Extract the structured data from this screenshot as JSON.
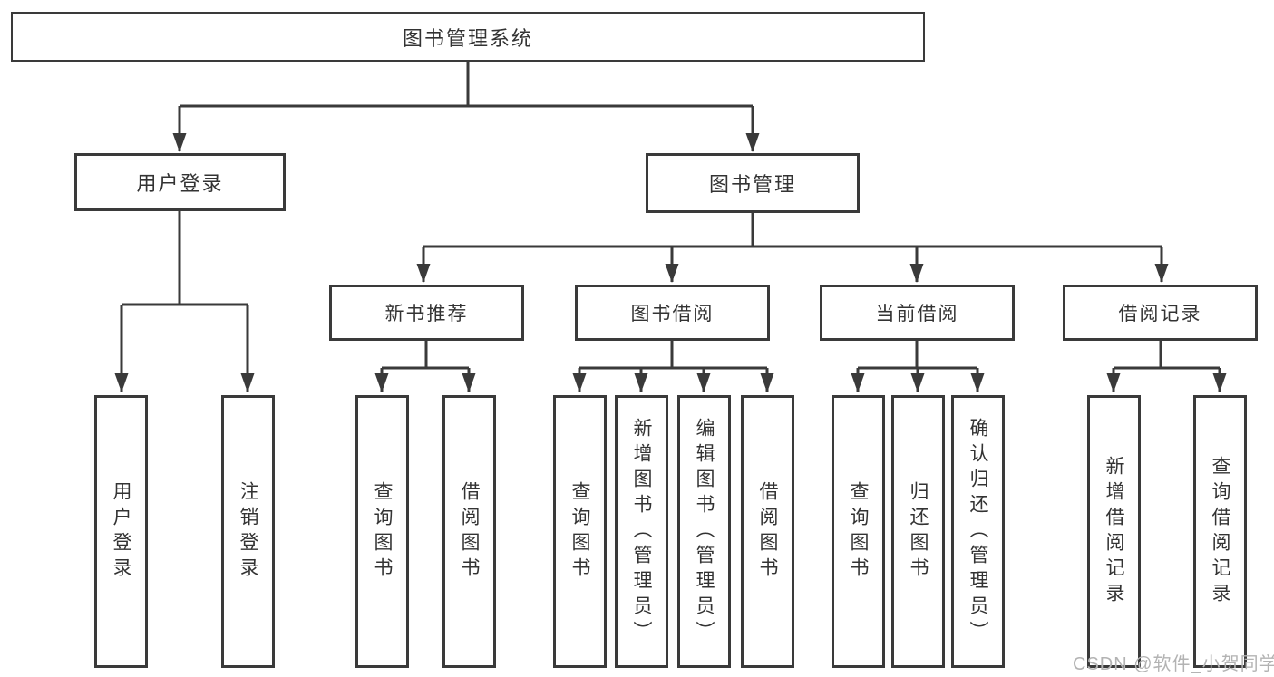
{
  "diagram": {
    "title": "图书管理系统",
    "type": "function-structure-tree",
    "root": "图书管理系统",
    "level2": {
      "user_login": "用户登录",
      "book_management": "图书管理"
    },
    "level3": {
      "new_book_recommend": "新书推荐",
      "book_borrow": "图书借阅",
      "current_borrow": "当前借阅",
      "borrow_records": "借阅记录"
    },
    "leaves": {
      "user_login": [
        "用户登录",
        "注销登录"
      ],
      "new_book_recommend": [
        "查询图书",
        "借阅图书"
      ],
      "book_borrow": [
        "查询图书",
        "新增图书（管理员）",
        "编辑图书（管理员）",
        "借阅图书"
      ],
      "current_borrow": [
        "查询图书",
        "归还图书",
        "确认归还（管理员）"
      ],
      "borrow_records": [
        "新增借阅记录",
        "查询借阅记录"
      ]
    }
  },
  "watermark": "CSDN @软件_小贺同学",
  "colors": {
    "line": "#3a3a3a",
    "box_border": "#3a3a3a",
    "text": "#333333",
    "watermark": "#b3b3b3",
    "background": "#ffffff"
  }
}
